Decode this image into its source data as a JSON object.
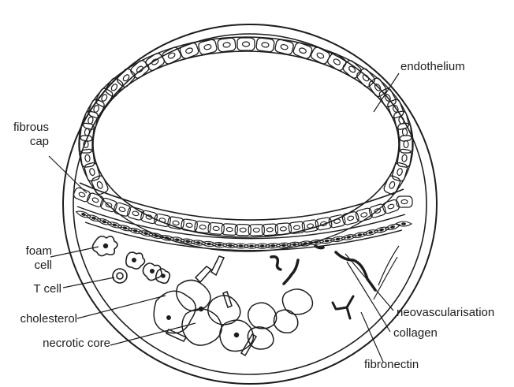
{
  "labels": {
    "endothelium": "endothelium",
    "fibrous_cap_line1": "fibrous",
    "fibrous_cap_line2": "cap",
    "foam_cell_line1": "foam",
    "foam_cell_line2": "cell",
    "t_cell": "T cell",
    "cholesterol": "cholesterol",
    "necrotic_core": "necrotic core",
    "neovascularisation": "neovascularisation",
    "collagen": "collagen",
    "fibronectin": "fibronectin"
  },
  "colors": {
    "ink": "#1d1d1d",
    "background": "#ffffff"
  }
}
